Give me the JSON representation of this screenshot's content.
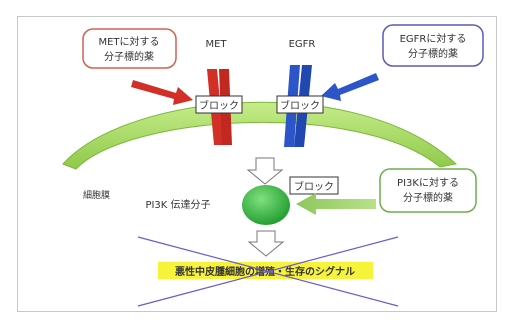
{
  "receptors": {
    "met": "MET",
    "egfr": "EGFR"
  },
  "drugs": {
    "met_drug": [
      "METに対する",
      "分子標的薬"
    ],
    "egfr_drug": [
      "EGFRに対する",
      "分子標的薬"
    ],
    "pi3k_drug": [
      "PI3Kに対する",
      "分子標的薬"
    ]
  },
  "block_label": "ブロック",
  "membrane_label": "細胞膜",
  "pi3k_label": "PI3K 伝達分子",
  "signal_label": "悪性中皮腫細胞の増殖・生存のシグナル",
  "colors": {
    "met": "#d22f27",
    "egfr": "#2b55c8",
    "membrane": "#9fd35a",
    "pi3k": "#2fa83a",
    "signal_bg": "#f7f33a",
    "cross": "#6a5acd"
  }
}
